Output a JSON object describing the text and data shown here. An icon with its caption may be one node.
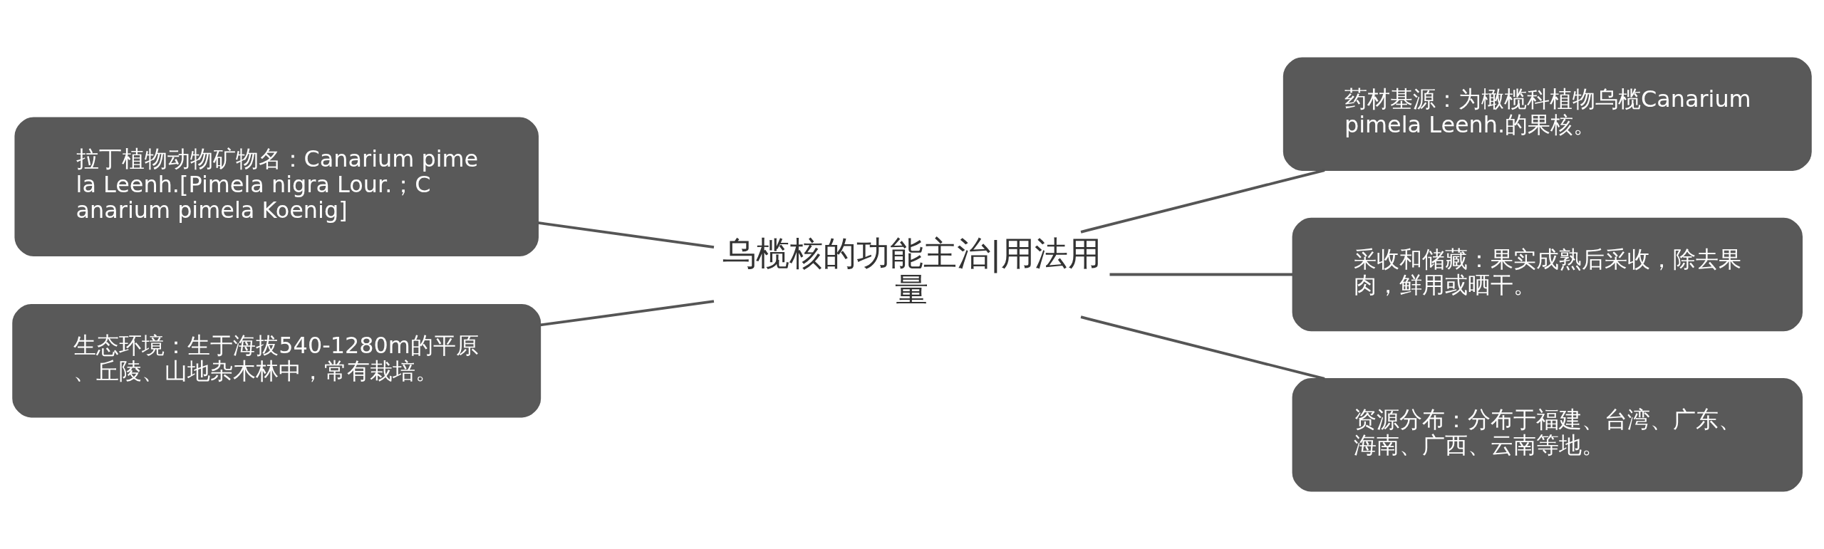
{
  "diagram": {
    "nodes": [
      {
        "text": [
          "乌榄核的功能主治|用法用量"
        ]
      },
      {
        "text": [
          "拉丁植物动物矿物名：Canarium pimela Leenh.[Pimela nigra Lour.；Canarium pimela Koenig]"
        ]
      },
      {
        "text": [
          "生态环境：生于海拔540-1280m的平原、丘陵、山地杂木林中，常有栽培。"
        ]
      },
      {
        "text": [
          "药材基源：为橄榄科植物乌榄Canarium pimela Leenh.的果核。"
        ]
      },
      {
        "text": [
          "采收和储藏：果实成熟后采收，除去果肉，鲜用或晒干。"
        ]
      },
      {
        "text": [
          "资源分布：分布于福建、台湾、广东、海南、广西、云南等地。"
        ]
      }
    ],
    "edges": [
      {
        "from": 0,
        "to": 1,
        "arrow": "none"
      },
      {
        "from": 0,
        "to": 2,
        "arrow": "none"
      },
      {
        "from": 0,
        "to": 3,
        "arrow": "none"
      },
      {
        "from": 0,
        "to": 4,
        "arrow": "none"
      },
      {
        "from": 0,
        "to": 5,
        "arrow": "none"
      }
    ]
  }
}
